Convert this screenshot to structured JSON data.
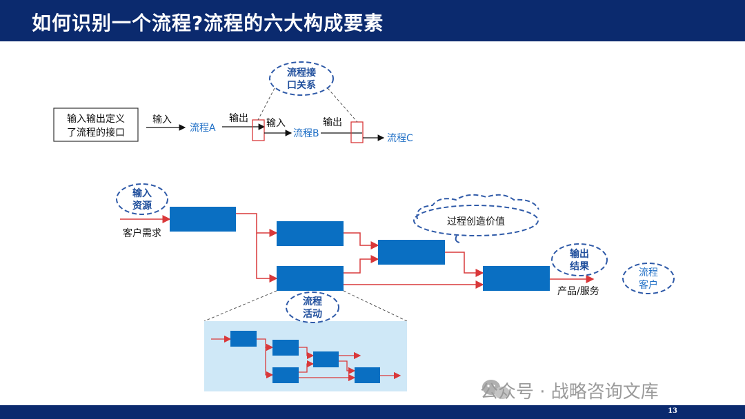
{
  "title": "如何识别一个流程?流程的六大构成要素",
  "page_number": "13",
  "top_diagram": {
    "definition_line1": "输入输出定义",
    "definition_line2": "了流程的接口",
    "input_label_1": "输入",
    "process_a": "流程A",
    "output_label_1": "输出",
    "input_label_2": "输入",
    "process_b": "流程B",
    "output_label_2": "输出",
    "process_c": "流程C",
    "interface_line1": "流程接",
    "interface_line2": "口关系"
  },
  "bottom_diagram": {
    "input_line1": "输入",
    "input_line2": "资源",
    "customer_need": "客户需求",
    "value_cloud": "过程创造价值",
    "output_line1": "输出",
    "output_line2": "结果",
    "product_service": "产品/服务",
    "customer_line1": "流程",
    "customer_line2": "客户",
    "activity_line1": "流程",
    "activity_line2": "活动"
  },
  "watermark": "公众号 · 战略咨询文库",
  "colors": {
    "title_bar": "#0b2a6e",
    "box_blue": "#0a6fc2",
    "arrow_red": "#d9383a",
    "ellipse_dash": "#2f5aa8",
    "zoom_panel": "#cfe8f7"
  }
}
